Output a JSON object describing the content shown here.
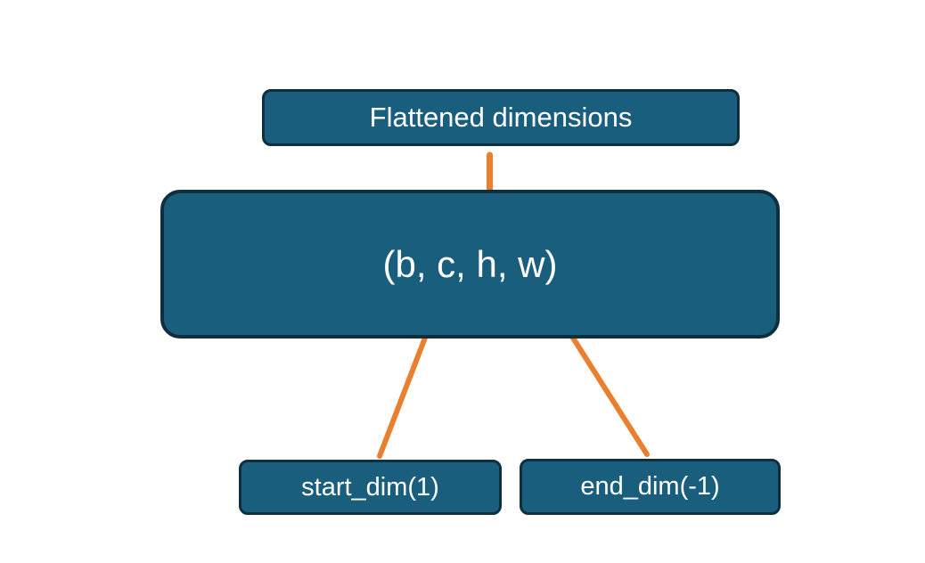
{
  "diagram": {
    "nodes": {
      "flattened": {
        "label": "Flattened dimensions"
      },
      "tensor": {
        "label": "(b, c, h, w)"
      },
      "start_dim": {
        "label": "start_dim(1)"
      },
      "end_dim": {
        "label": "end_dim(-1)"
      }
    },
    "colors": {
      "box_fill": "#1a5e7e",
      "box_border": "#0e2f3e",
      "connector": "#e8802f",
      "label_text": "#ffffff",
      "background": "#ffffff"
    }
  }
}
